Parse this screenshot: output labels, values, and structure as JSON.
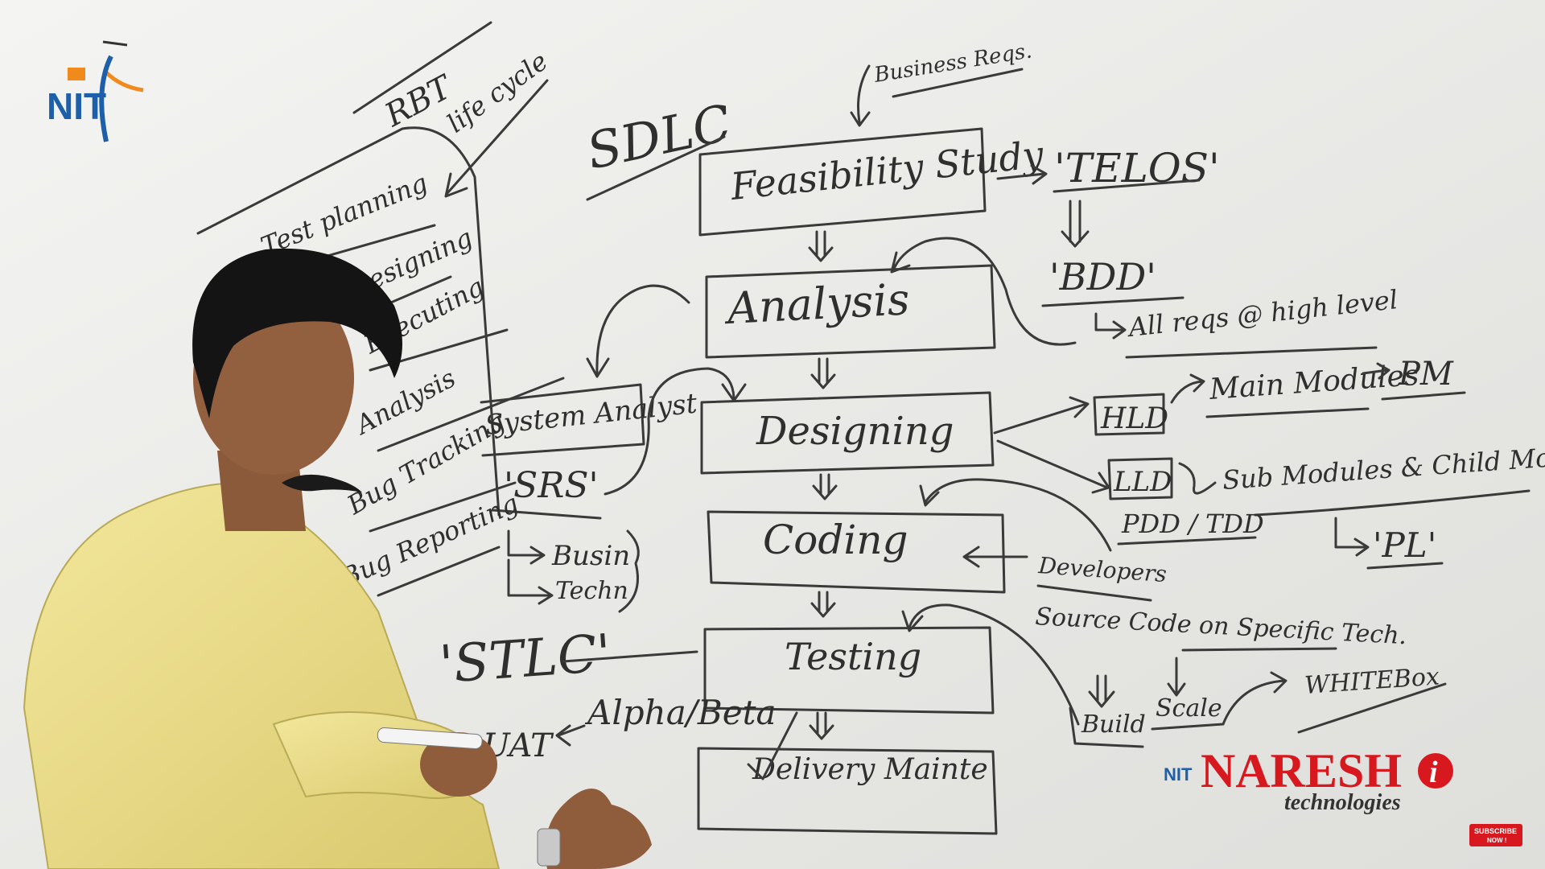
{
  "logo_top": {
    "text": "NIT"
  },
  "whiteboard": {
    "sdlc": "SDLC",
    "business_reqs": "Business Reqs.",
    "stages": [
      "Feasibility Study",
      "Analysis",
      "Designing",
      "Coding",
      "Testing",
      "Delivery Mainte"
    ],
    "telos": "'TELOS'",
    "bdd": "'BDD'",
    "all_reqs": "All reqs @ high level",
    "hld": "HLD",
    "main_modules": "Main Modules",
    "pm": "PM",
    "lld": "LLD",
    "sub_modules": "Sub Modules & Child Modules",
    "pdd_tdd": "PDD / TDD",
    "pl": "'PL'",
    "developers": "Developers",
    "source_code": "Source Code on Specific Tech.",
    "build": "Build",
    "scale": "Scale",
    "whitebox": "WHITEBox",
    "system_analyst": "System Analyst",
    "srs": "'SRS'",
    "business": "Busin",
    "technical": "Techn",
    "stlc": "'STLC'",
    "alpha_beta": "Alpha/Beta",
    "uat": "UAT",
    "rbt": "RBT",
    "life_cycle": "life cycle",
    "stlc_items": [
      "Test planning",
      "Designing",
      "Executing",
      "Analysis",
      "Bug Tracking",
      "Bug Reporting"
    ]
  },
  "brand": {
    "nit_small": "NIT",
    "name": "NARESH",
    "i_mark": "i",
    "tagline": "technologies",
    "colors": {
      "red": "#d7191f",
      "blue": "#1d4e9a",
      "orange": "#f08a1c"
    }
  },
  "subscribe": {
    "line1": "SUBSCRIBE",
    "line2": "NOW !"
  }
}
